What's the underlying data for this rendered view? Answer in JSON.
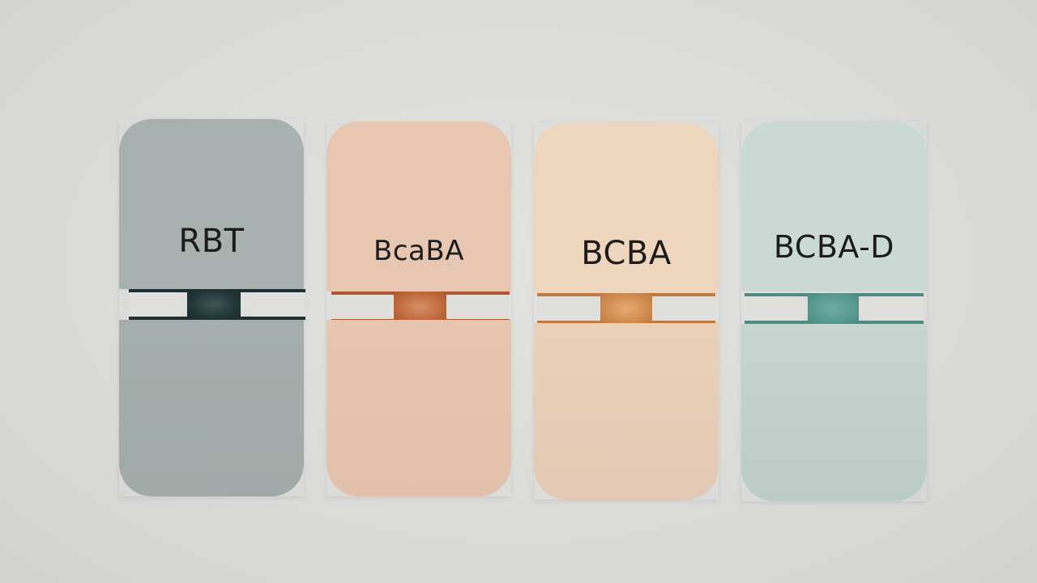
{
  "scene": {
    "description": "Four credential cards with a central connecting joint",
    "background_color": "#dcdcda"
  },
  "cards": [
    {
      "label": "RBT",
      "top_color": "#a7b0ae",
      "bottom_color": "#a3acaa",
      "joint_color": "#1f3536",
      "neck_highlight": "#3c5556"
    },
    {
      "label": "BcaBA",
      "top_color": "#e6c6b0",
      "bottom_color": "#e3c3ad",
      "joint_color": "#b8663a",
      "neck_highlight": "#d48a5e"
    },
    {
      "label": "BCBA",
      "top_color": "#ecd3bc",
      "bottom_color": "#e8cfb8",
      "joint_color": "#c87f45",
      "neck_highlight": "#e2a66f"
    },
    {
      "label": "BCBA-D",
      "top_color": "#c9d8d3",
      "bottom_color": "#c4d3ce",
      "joint_color": "#4e8c84",
      "neck_highlight": "#6aa59c"
    }
  ]
}
